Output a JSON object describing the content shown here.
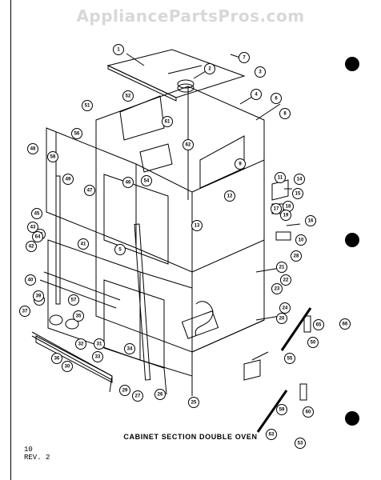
{
  "watermark": "AppliancePartsPros.com",
  "caption": "CABINET SECTION DOUBLE OVEN",
  "page_number": "10",
  "revision": "REV. 2",
  "callouts": [
    {
      "id": "1",
      "dark": false
    },
    {
      "id": "2",
      "dark": false
    },
    {
      "id": "3",
      "dark": false
    },
    {
      "id": "4",
      "dark": false
    },
    {
      "id": "5",
      "dark": false
    },
    {
      "id": "6",
      "dark": false
    },
    {
      "id": "7",
      "dark": false
    },
    {
      "id": "8",
      "dark": false
    },
    {
      "id": "9",
      "dark": false
    },
    {
      "id": "10",
      "dark": false
    },
    {
      "id": "11",
      "dark": false
    },
    {
      "id": "12",
      "dark": false
    },
    {
      "id": "13",
      "dark": false
    },
    {
      "id": "14",
      "dark": false
    },
    {
      "id": "15",
      "dark": false
    },
    {
      "id": "16",
      "dark": false
    },
    {
      "id": "17",
      "dark": false
    },
    {
      "id": "18",
      "dark": false
    },
    {
      "id": "19",
      "dark": false
    },
    {
      "id": "20",
      "dark": false
    },
    {
      "id": "21",
      "dark": false
    },
    {
      "id": "22",
      "dark": false
    },
    {
      "id": "23",
      "dark": false
    },
    {
      "id": "24",
      "dark": false
    },
    {
      "id": "25",
      "dark": false
    },
    {
      "id": "26",
      "dark": false
    },
    {
      "id": "27",
      "dark": false
    },
    {
      "id": "28",
      "dark": false
    },
    {
      "id": "29",
      "dark": false
    },
    {
      "id": "30",
      "dark": false
    },
    {
      "id": "31",
      "dark": false
    },
    {
      "id": "32",
      "dark": false
    },
    {
      "id": "33",
      "dark": false
    },
    {
      "id": "34",
      "dark": false
    },
    {
      "id": "35",
      "dark": false
    },
    {
      "id": "36",
      "dark": false
    },
    {
      "id": "37",
      "dark": false
    },
    {
      "id": "38",
      "dark": false
    },
    {
      "id": "39",
      "dark": false
    },
    {
      "id": "40",
      "dark": false
    },
    {
      "id": "41",
      "dark": false
    },
    {
      "id": "42",
      "dark": false
    },
    {
      "id": "43",
      "dark": false
    },
    {
      "id": "44",
      "dark": false
    },
    {
      "id": "45",
      "dark": false
    },
    {
      "id": "46",
      "dark": false
    },
    {
      "id": "47",
      "dark": false
    },
    {
      "id": "48",
      "dark": false
    },
    {
      "id": "49",
      "dark": false
    },
    {
      "id": "50",
      "dark": false
    },
    {
      "id": "51",
      "dark": false
    },
    {
      "id": "52",
      "dark": false
    },
    {
      "id": "53",
      "dark": false
    },
    {
      "id": "54",
      "dark": false
    },
    {
      "id": "55",
      "dark": false
    },
    {
      "id": "56",
      "dark": false
    },
    {
      "id": "57",
      "dark": false
    },
    {
      "id": "58",
      "dark": false
    },
    {
      "id": "59",
      "dark": false
    },
    {
      "id": "60",
      "dark": false
    },
    {
      "id": "61",
      "dark": false
    },
    {
      "id": "62",
      "dark": false
    },
    {
      "id": "63",
      "dark": false
    },
    {
      "id": "64",
      "dark": false
    },
    {
      "id": "65",
      "dark": false
    },
    {
      "id": "66",
      "dark": false
    }
  ]
}
